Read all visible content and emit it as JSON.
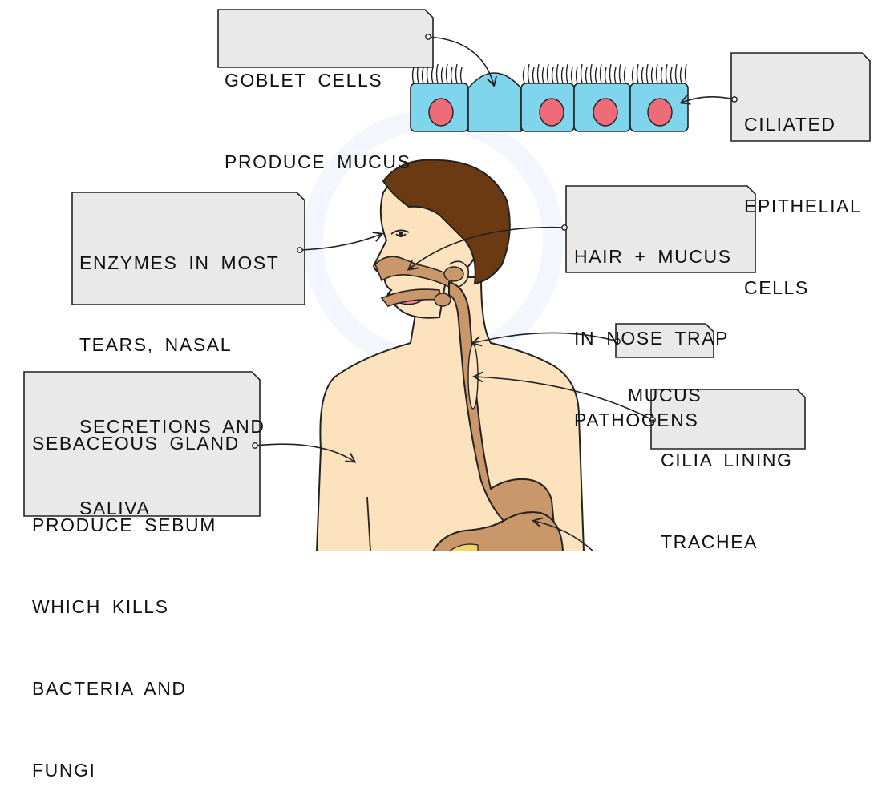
{
  "colors": {
    "skin": "#fde3bd",
    "hair": "#6b3a12",
    "tract": "#c9976a",
    "cell_fill": "#7fd6ec",
    "nucleus": "#f06b78",
    "label_fill": "#e9e9e9",
    "outline": "#222222"
  },
  "labels": {
    "goblet": [
      "GOBLET CELLS",
      "PRODUCE MUCUS"
    ],
    "ciliated": [
      "CILIATED",
      "EPITHELIAL",
      "CELLS"
    ],
    "enzymes": [
      "ENZYMES IN MOST",
      "TEARS, NASAL",
      "SECRETIONS AND",
      "SALIVA"
    ],
    "hair_mucus": [
      "HAIR + MUCUS",
      "IN NOSE TRAP",
      "PATHOGENS"
    ],
    "mucus": [
      "MUCUS"
    ],
    "cilia": [
      "CILIA LINING",
      "TRACHEA"
    ],
    "sebaceous": [
      "SEBACEOUS GLAND",
      "PRODUCE SEBUM",
      "WHICH KILLS",
      "BACTERIA AND",
      "FUNGI"
    ]
  }
}
